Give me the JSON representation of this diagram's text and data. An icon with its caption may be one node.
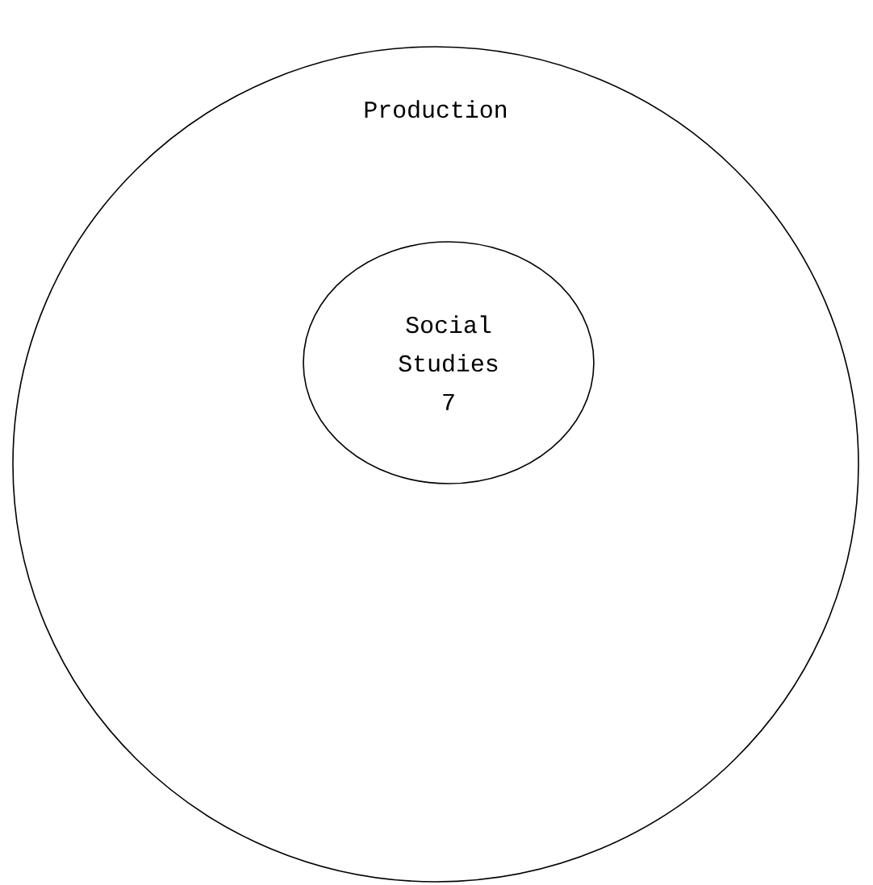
{
  "diagram": {
    "nodes": [
      {
        "text": [
          "Production"
        ]
      },
      {
        "text": [
          "Social Studies 7"
        ],
        "in": 0
      }
    ]
  }
}
